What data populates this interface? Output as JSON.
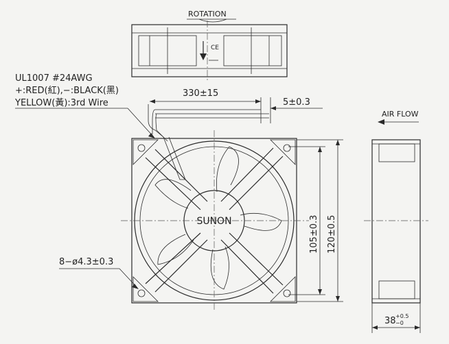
{
  "labels": {
    "rotation": "ROTATION",
    "air_flow": "AIR FLOW",
    "wire_spec_line1": "UL1007 #24AWG",
    "wire_spec_line2": "+:RED(紅),−:BLACK(黑)",
    "wire_spec_line3": "YELLOW(黃):3rd Wire",
    "brand": "SUNON",
    "ce_mark": "CE"
  },
  "dimensions": {
    "lead_length": "330±15",
    "strip_length": "5±0.3",
    "hole_pitch": "105±0.3",
    "frame_size": "120±0.5",
    "mount_holes": "8−ø4.3±0.3",
    "thickness_base": "38",
    "thickness_tol_upper": "+0.5",
    "thickness_tol_lower": "−0"
  },
  "colors": {
    "ink": "#2a2a2a",
    "paper": "#f4f4f2"
  }
}
